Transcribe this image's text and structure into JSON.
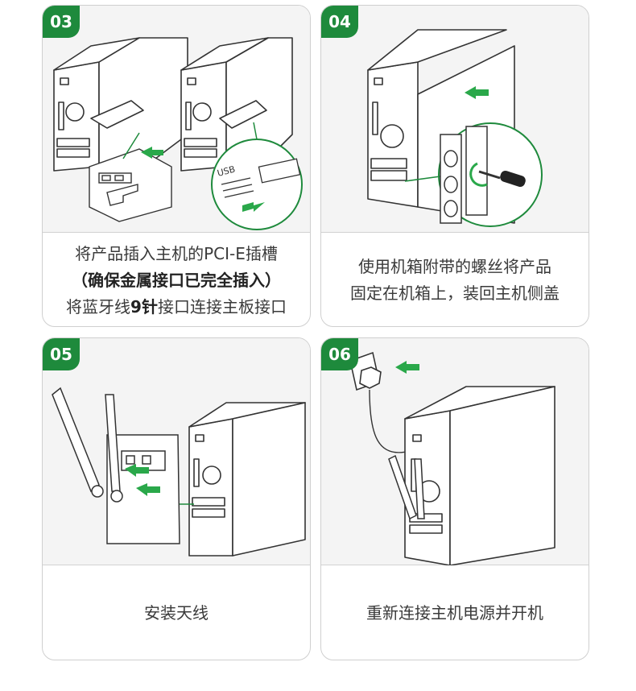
{
  "steps": [
    {
      "number": "03",
      "caption_line1": "将产品插入主机的PCI-E插槽",
      "caption_line2": "（确保金属接口已完全插入）",
      "caption_line3_prefix": "将蓝牙线",
      "caption_line3_bold": "9针",
      "caption_line3_suffix": "接口连接主板接口",
      "usb_label": "USB"
    },
    {
      "number": "04",
      "caption_line1": "使用机箱附带的螺丝将产品",
      "caption_line2": "固定在机箱上，装回主机侧盖"
    },
    {
      "number": "05",
      "caption_line1": "安装天线"
    },
    {
      "number": "06",
      "caption_line1": "重新连接主机电源并开机"
    }
  ],
  "colors": {
    "accent_green": "#1e8a3c",
    "arrow_green": "#2aa84a",
    "line_dark": "#333333"
  }
}
